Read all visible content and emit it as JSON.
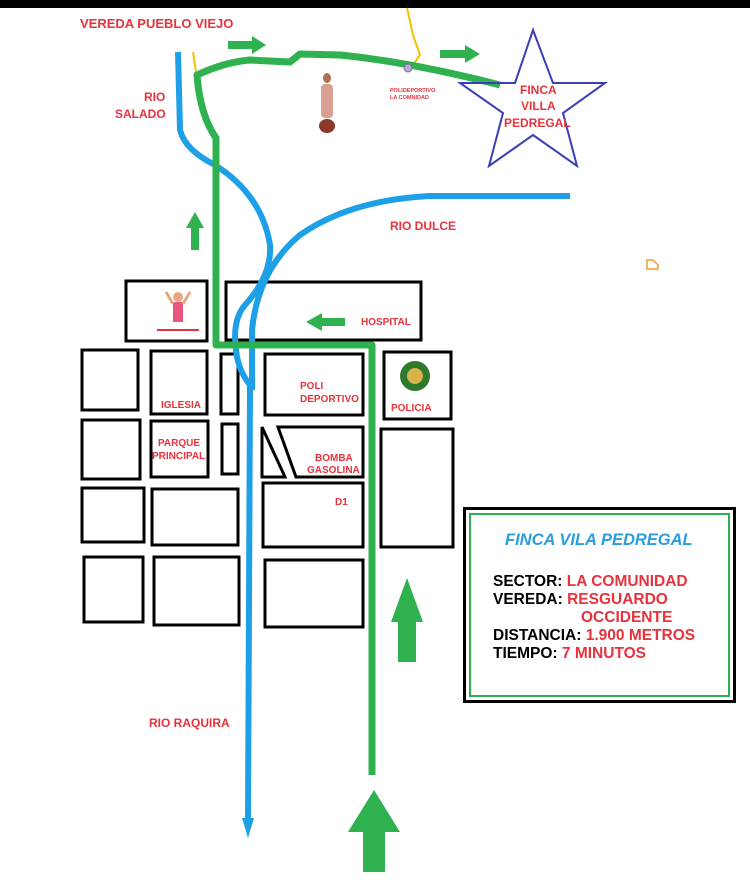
{
  "labels": {
    "vereda_pueblo_viejo": "VEREDA PUEBLO VIEJO",
    "rio_salado_1": "RIO",
    "rio_salado_2": "SALADO",
    "polideportivo_comunidad_1": "POLIDEPORTIVO",
    "polideportivo_comunidad_2": "LA COMNIDAD",
    "finca_1": "FINCA",
    "finca_2": "VILLA",
    "finca_3": "PEDREGAL",
    "rio_dulce": "RIO DULCE",
    "hospital": "HOSPITAL",
    "iglesia": "IGLESIA",
    "parque_1": "PARQUE",
    "parque_2": "PRINCIPAL",
    "poli_1": "POLI",
    "poli_2": "DEPORTIVO",
    "policia": "POLICIA",
    "bomba_1": "BOMBA",
    "bomba_2": "GASOLINA",
    "d1": "D1",
    "rio_raquira": "RIO RAQUIRA"
  },
  "info": {
    "title": "FINCA VILA PEDREGAL",
    "sector_label": "SECTOR:",
    "sector_value": "LA COMUNIDAD",
    "vereda_label": "VEREDA:",
    "vereda_value_1": "RESGUARDO",
    "vereda_value_2": "OCCIDENTE",
    "distancia_label": "DISTANCIA:",
    "distancia_value": "1.900 METROS",
    "tiempo_label": "TIEMPO:",
    "tiempo_value": "7 MINUTOS"
  },
  "colors": {
    "route": "#2fb14f",
    "river": "#1ea0e6",
    "label": "#e8323c",
    "star": "#3a3fb8"
  }
}
